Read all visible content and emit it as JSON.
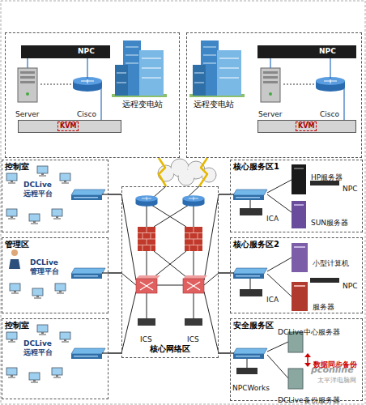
{
  "diagram": {
    "nodes": [
      {
        "text": [
          "远程变电站"
        ]
      },
      {
        "text": [
          "NPC"
        ],
        "in": 0
      },
      {
        "text": [
          "Server"
        ],
        "in": 0
      },
      {
        "text": [
          "Cisco"
        ],
        "in": 0
      },
      {
        "text": [
          "KVM"
        ],
        "in": 0
      },
      {
        "text": [
          "远程变电站"
        ]
      },
      {
        "text": [
          "NPC"
        ],
        "in": 5
      },
      {
        "text": [
          "Server"
        ],
        "in": 5
      },
      {
        "text": [
          "Cisco"
        ],
        "in": 5
      },
      {
        "text": [
          "KVM"
        ],
        "in": 5
      },
      {
        "text": [
          "控制室"
        ]
      },
      {
        "text": [
          "DCLive 远程平台"
        ],
        "in": 10
      },
      {
        "text": [
          "管理区"
        ]
      },
      {
        "text": [
          "DCLive 管理平台"
        ],
        "in": 12
      },
      {
        "text": [
          "控制室"
        ]
      },
      {
        "text": [
          "DCLive 远程平台"
        ],
        "in": 14
      },
      {
        "text": [
          "核心网络区"
        ]
      },
      {
        "text": [
          "ICS"
        ],
        "in": 16
      },
      {
        "text": [
          "ICS"
        ],
        "in": 16
      },
      {
        "text": [
          "核心服务区1"
        ]
      },
      {
        "text": [
          "ICA"
        ],
        "in": 19
      },
      {
        "text": [
          "HP服务器"
        ],
        "in": 19
      },
      {
        "text": [
          "NPC"
        ],
        "in": 19
      },
      {
        "text": [
          "SUN服务器"
        ],
        "in": 19
      },
      {
        "text": [
          "核心服务区2"
        ]
      },
      {
        "text": [
          "ICA"
        ],
        "in": 24
      },
      {
        "text": [
          "小型计算机"
        ],
        "in": 24
      },
      {
        "text": [
          "NPC"
        ],
        "in": 24
      },
      {
        "text": [
          "服务器"
        ],
        "in": 24
      },
      {
        "text": [
          "安全服务区"
        ]
      },
      {
        "text": [
          "DCLive中心服务器"
        ],
        "in": 29
      },
      {
        "text": [
          "数据同步备份"
        ],
        "in": 29
      },
      {
        "text": [
          "NPCWorks"
        ],
        "in": 29
      },
      {
        "text": [
          "DCLive备份服务器"
        ],
        "in": 29
      }
    ],
    "edges": [
      {
        "from": 0,
        "to": 16,
        "arrow": "none"
      },
      {
        "from": 5,
        "to": 16,
        "arrow": "none"
      },
      {
        "from": 10,
        "to": 16,
        "arrow": "none"
      },
      {
        "from": 12,
        "to": 16,
        "arrow": "none"
      },
      {
        "from": 14,
        "to": 16,
        "arrow": "none"
      },
      {
        "from": 16,
        "to": 19,
        "arrow": "none"
      },
      {
        "from": 16,
        "to": 24,
        "arrow": "none"
      },
      {
        "from": 16,
        "to": 29,
        "arrow": "none"
      }
    ],
    "labels": [
      "pconline",
      "太平洋电脑网"
    ]
  }
}
